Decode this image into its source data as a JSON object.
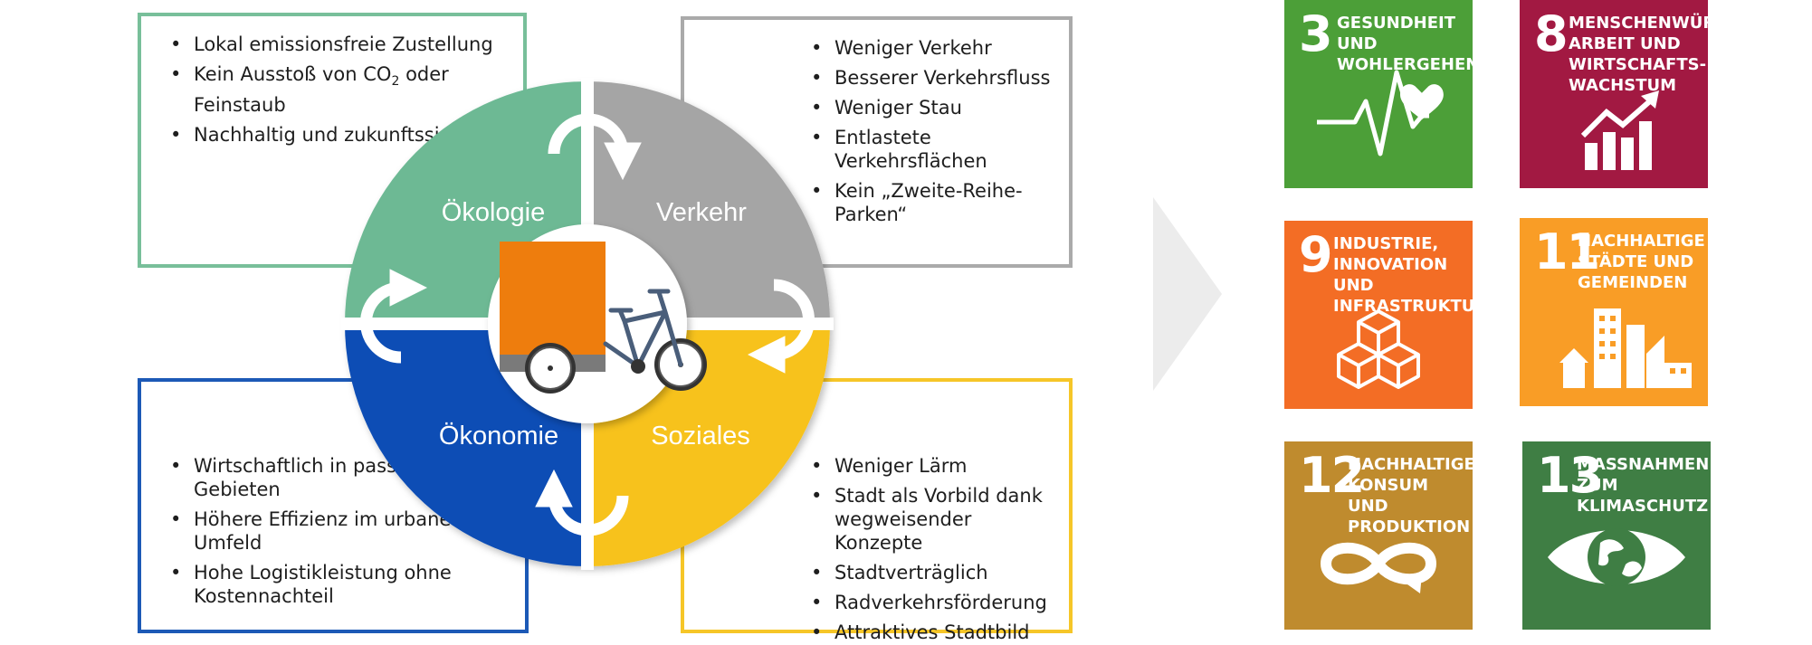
{
  "segments": {
    "oekologie": {
      "label": "Ökologie",
      "color": "#6db994"
    },
    "verkehr": {
      "label": "Verkehr",
      "color": "#a5a5a5"
    },
    "oekonomie": {
      "label": "Ökonomie",
      "color": "#0c4db5"
    },
    "soziales": {
      "label": "Soziales",
      "color": "#f7c21a"
    }
  },
  "panels": {
    "oekologie": {
      "item1": "Lokal emissionsfreie Zustellung",
      "item2_pre": "Kein Ausstoß von CO",
      "item2_sub": "2",
      "item2_post": " oder Feinstaub",
      "item3": "Nachhaltig und zukunftssicher"
    },
    "verkehr": {
      "items": [
        "Weniger Verkehr",
        "Besserer Verkehrsfluss",
        "Weniger Stau",
        "Entlastete Verkehrsflächen",
        "Kein „Zweite-Reihe-Parken“"
      ]
    },
    "oekonomie": {
      "items": [
        "Wirtschaftlich in passenden Gebieten",
        "Höhere Effizienz im urbanen Umfeld",
        "Hohe Logistikleistung ohne Kostennachteil"
      ]
    },
    "soziales": {
      "items": [
        "Weniger Lärm",
        "Stadt als Vorbild dank wegweisender Konzepte",
        "Stadtverträglich",
        "Radverkehrsförderung",
        "Attraktives Stadtbild"
      ]
    }
  },
  "sdgs": [
    {
      "number": "3",
      "title": "GESUNDHEIT UND WOHLERGEHEN",
      "color": "#4c9f38",
      "icon": "heartbeat-icon"
    },
    {
      "number": "8",
      "title": "MENSCHENWÜRDIGE ARBEIT UND WIRTSCHAFTS-WACHSTUM",
      "color": "#a21942",
      "icon": "growth-chart-icon"
    },
    {
      "number": "9",
      "title": "INDUSTRIE, INNOVATION UND INFRASTRUKTUR",
      "color": "#f36d25",
      "icon": "cubes-icon"
    },
    {
      "number": "11",
      "title": "NACHHALTIGE STÄDTE UND GEMEINDEN",
      "color": "#f99d26",
      "icon": "city-icon"
    },
    {
      "number": "12",
      "title": "NACHHALTIGE/R KONSUM UND PRODUKTION",
      "color": "#bf8b2e",
      "icon": "infinity-icon"
    },
    {
      "number": "13",
      "title": "MASSNAHMEN ZUM KLIMASCHUTZ",
      "color": "#3f7e44",
      "icon": "eye-globe-icon"
    }
  ]
}
